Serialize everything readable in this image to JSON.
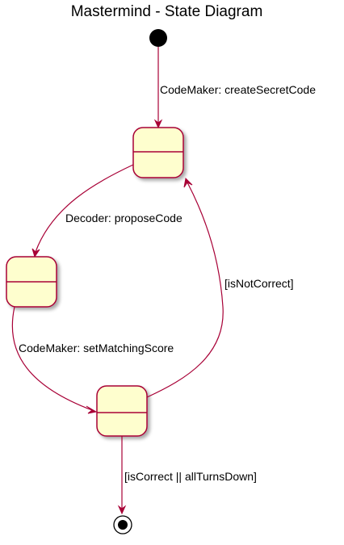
{
  "title": "Mastermind - State Diagram",
  "colors": {
    "state_fill": "#FEFECE",
    "state_border": "#A80036",
    "arrow": "#A80036",
    "start_node": "#000000",
    "shadow": "#B8B8B8"
  },
  "diagram": {
    "nodes": [
      {
        "id": "start",
        "kind": "initial"
      },
      {
        "id": "state1",
        "kind": "state",
        "name": ""
      },
      {
        "id": "state2",
        "kind": "state",
        "name": ""
      },
      {
        "id": "state3",
        "kind": "state",
        "name": ""
      },
      {
        "id": "end",
        "kind": "final"
      }
    ],
    "transitions": {
      "create_secret": {
        "from": "start",
        "to": "state1",
        "label": "CodeMaker: createSecretCode"
      },
      "propose_code": {
        "from": "state1",
        "to": "state2",
        "label": "Decoder: proposeCode"
      },
      "set_matching": {
        "from": "state2",
        "to": "state3",
        "label": "CodeMaker: setMatchingScore"
      },
      "not_correct": {
        "from": "state3",
        "to": "state1",
        "label": "[isNotCorrect]"
      },
      "is_correct": {
        "from": "state3",
        "to": "end",
        "label": "[isCorrect || allTurnsDown]"
      }
    }
  }
}
